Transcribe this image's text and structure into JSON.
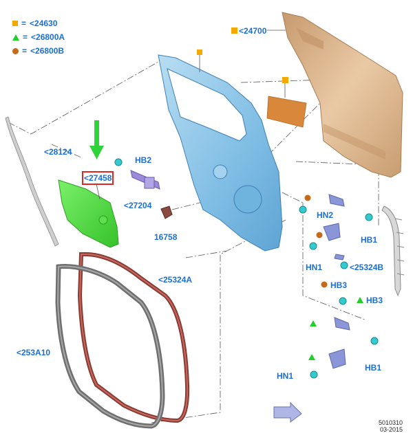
{
  "legend": [
    {
      "symbol": "square",
      "text": "<24630"
    },
    {
      "symbol": "triangle",
      "text": "<26800A"
    },
    {
      "symbol": "dot",
      "text": "<26800B"
    }
  ],
  "legend_eq": "=",
  "callouts": {
    "c24700": "<24700",
    "c28124": "<28124",
    "c27458": "<27458",
    "c27204": "<27204",
    "c16758": "16758",
    "c25324a": "<25324A",
    "c253a10": "<253A10",
    "c25324b": "<25324B",
    "hb2": "HB2",
    "hn2": "HN2",
    "hb1_top": "HB1",
    "hn1_top": "HN1",
    "hb3_mid": "HB3",
    "hb3_low": "HB3",
    "hb1_low": "HB1",
    "hn1_low": "HN1"
  },
  "footer": {
    "number": "5010310",
    "date": "03-2015"
  },
  "colors": {
    "label": "#1a6fd6",
    "outer_panel": "#d9b38c",
    "inner_panel": "#8cc6e8",
    "trim_panel": "#4fe040",
    "seal_red": "#8a3a32",
    "seal_grey": "#7d7d7d",
    "highlight_box": "#e32222",
    "arrow": "#2ed43a"
  }
}
